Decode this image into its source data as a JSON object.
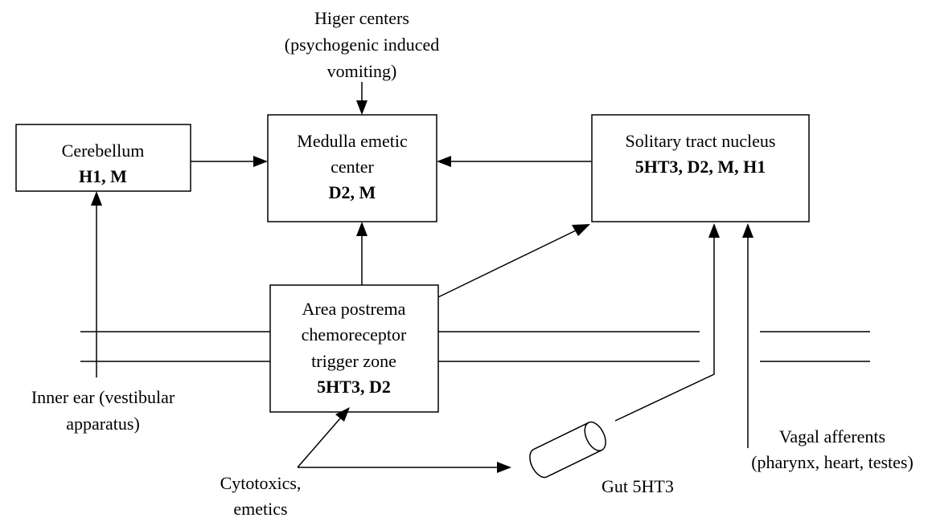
{
  "nodes": {
    "higher_centers": [
      "Higer centers",
      "(psychogenic induced",
      "vomiting)"
    ],
    "cerebellum": {
      "name": "Cerebellum",
      "receptors": "H1, M"
    },
    "medulla": {
      "name_lines": [
        "Medulla emetic",
        "center"
      ],
      "receptors": "D2, M"
    },
    "solitary": {
      "name": "Solitary tract nucleus",
      "receptors": "5HT3, D2, M, H1"
    },
    "area_postrema": {
      "name_lines": [
        "Area postrema",
        "chemoreceptor",
        "trigger zone"
      ],
      "receptors": "5HT3, D2"
    },
    "inner_ear": [
      "Inner ear (vestibular",
      "apparatus)"
    ],
    "vagal": [
      "Vagal afferents",
      "(pharynx, heart, testes)"
    ],
    "cytotoxics": [
      "Cytotoxics,",
      "emetics"
    ],
    "gut": {
      "name": "Gut",
      "receptors": "5HT3"
    }
  }
}
